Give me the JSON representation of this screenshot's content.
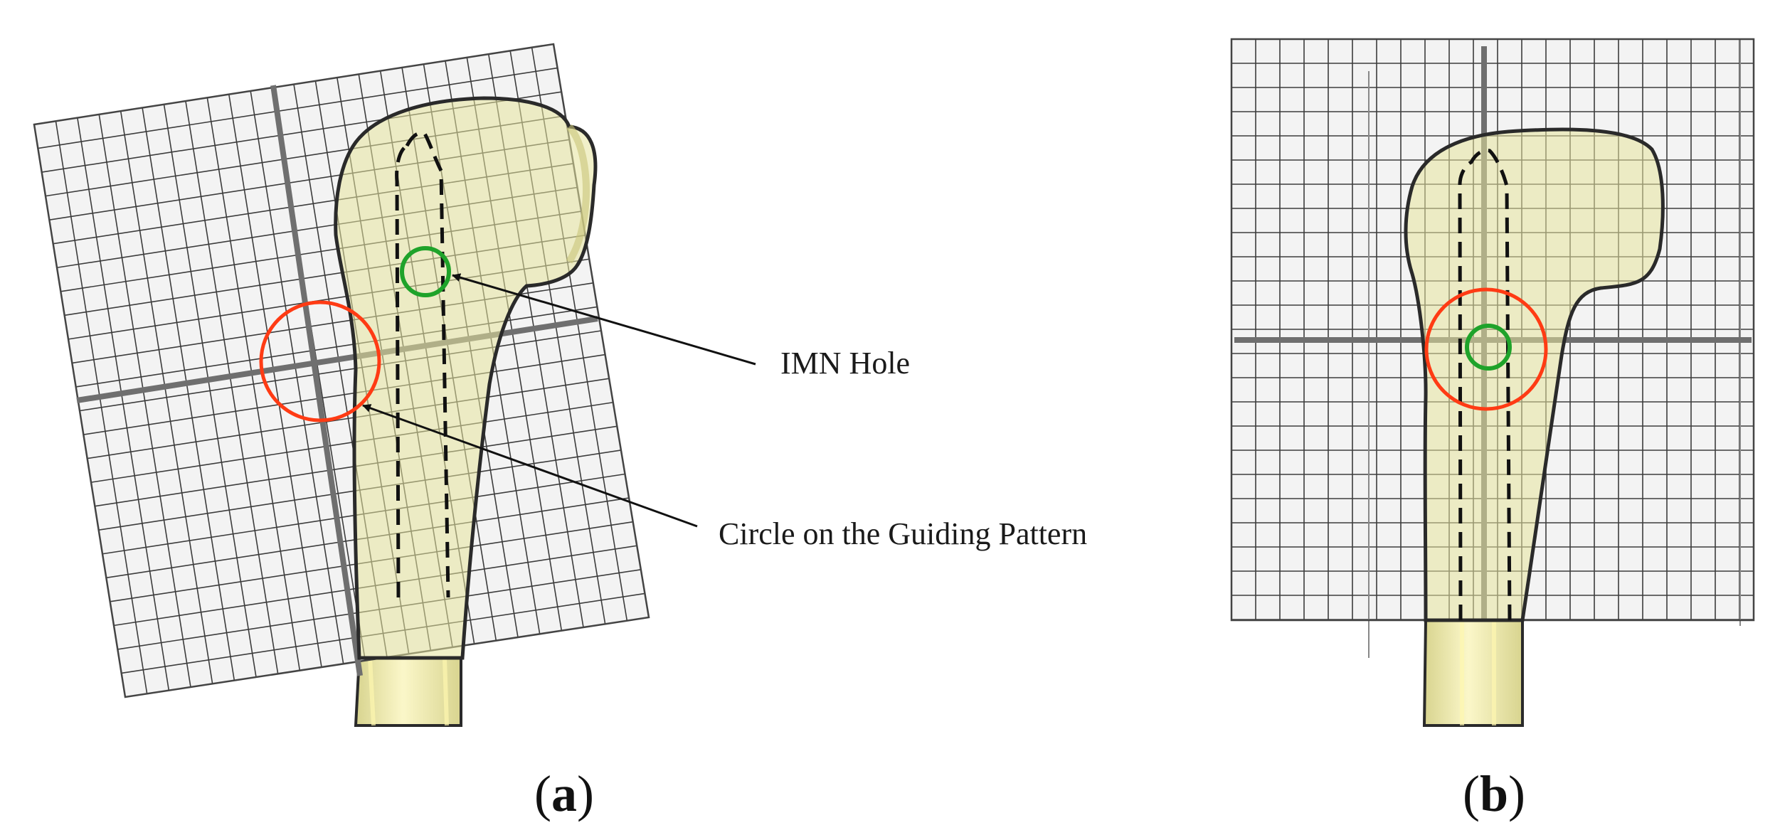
{
  "panels": {
    "a": {
      "label_open": "(",
      "label_letter": "a",
      "label_close": ")",
      "callouts": {
        "imn_hole": "IMN Hole",
        "guide_circle": "Circle on the Guiding Pattern"
      }
    },
    "b": {
      "label_open": "(",
      "label_letter": "b",
      "label_close": ")"
    }
  },
  "colors": {
    "grid_background": "#f3f3f3",
    "grid_line": "#3c3c3c",
    "axis_line": "#6f6f6f",
    "bone_fill": "#ecebb6",
    "bone_outline": "#2a2a2a",
    "guide_circle": "#ff3b14",
    "imn_hole_circle": "#1fa32a",
    "nail_outline": "#111111",
    "arrow": "#111111"
  },
  "icons": {
    "guide_marker": "red-circle",
    "hole_marker": "green-circle",
    "pointer": "arrow"
  }
}
